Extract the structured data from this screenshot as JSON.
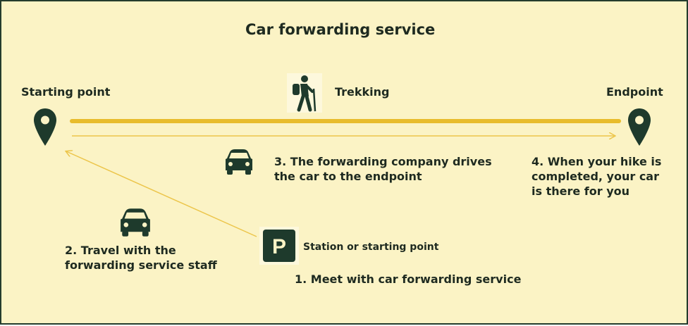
{
  "title": "Car forwarding service",
  "points": {
    "start_label": "Starting point",
    "end_label": "Endpoint"
  },
  "trekking_label": "Trekking",
  "steps": {
    "step1": "1. Meet with car forwarding service",
    "step2": "2. Travel with the\nforwarding service staff",
    "step3": "3. The forwarding company drives\nthe car to the endpoint",
    "step4": "4. When your hike is\ncompleted, your car\nis there for you"
  },
  "station_label": "Station or starting point",
  "parking_sign": "P",
  "icons": [
    "map-pin-icon",
    "hiker-icon",
    "car-icon",
    "parking-icon"
  ],
  "colors": {
    "background": "#fbf3c5",
    "main_line": "#e8bc2c",
    "thin_line": "#ecc54a",
    "dark": "#1e3a2c"
  }
}
